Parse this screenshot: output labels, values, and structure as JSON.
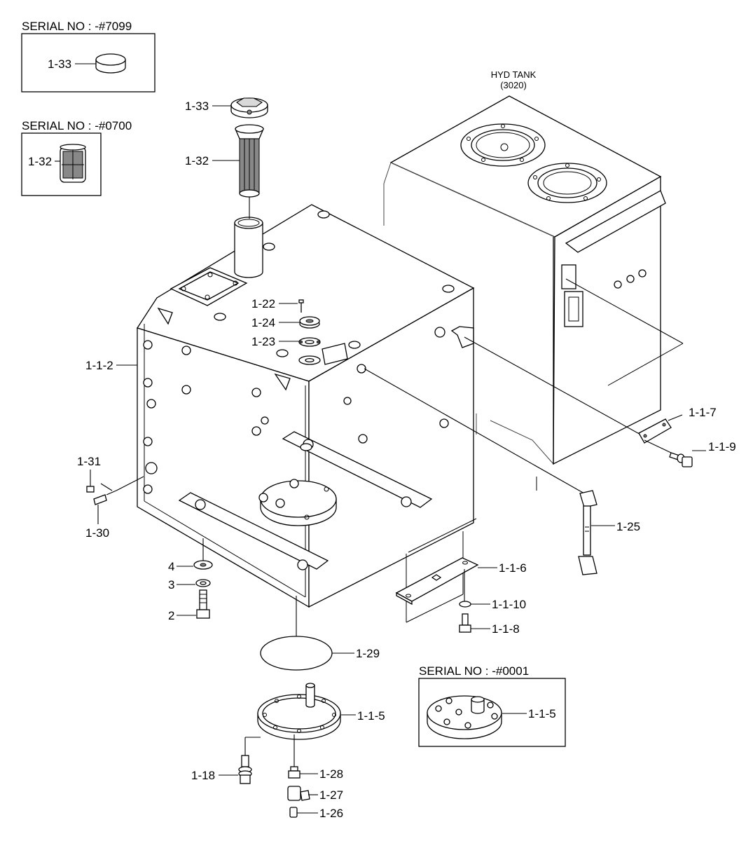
{
  "insets": {
    "serial_7099": {
      "title": "SERIAL NO : -#7099",
      "part": "1-33"
    },
    "serial_0700": {
      "title": "SERIAL NO : -#0700",
      "part": "1-32"
    },
    "serial_0001": {
      "title": "SERIAL NO : -#0001",
      "part": "1-1-5"
    }
  },
  "hyd_tank": {
    "name": "HYD TANK",
    "code": "(3020)"
  },
  "parts": {
    "p1_33": "1-33",
    "p1_32": "1-32",
    "p1_1_2": "1-1-2",
    "p1_22": "1-22",
    "p1_24": "1-24",
    "p1_23": "1-23",
    "p1_31": "1-31",
    "p1_30": "1-30",
    "p4": "4",
    "p3": "3",
    "p2": "2",
    "p1_29": "1-29",
    "p1_1_5": "1-1-5",
    "p1_18": "1-18",
    "p1_28": "1-28",
    "p1_27": "1-27",
    "p1_26": "1-26",
    "p1_1_6": "1-1-6",
    "p1_1_10": "1-1-10",
    "p1_1_8": "1-1-8",
    "p1_25": "1-25",
    "p1_1_7": "1-1-7",
    "p1_1_9": "1-1-9"
  }
}
